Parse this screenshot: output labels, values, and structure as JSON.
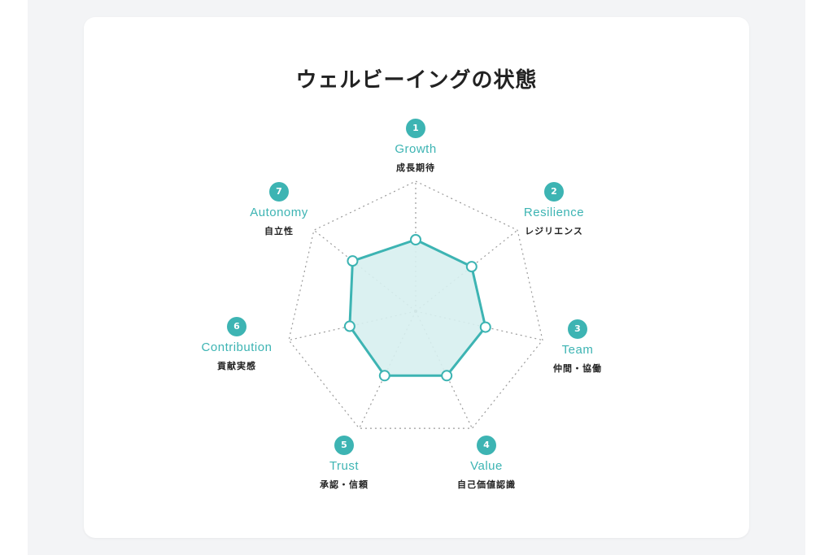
{
  "title": "ウェルビーイングの状態",
  "colors": {
    "accent": "#3db4b3",
    "fill": "#d7eff0",
    "grid": "#9a9a9a"
  },
  "chart_data": {
    "type": "radar",
    "ylim": [
      0,
      1
    ],
    "grid": "dotted spokes and outer heptagon",
    "axes": [
      {
        "num": "1",
        "en": "Growth",
        "jp": "成長期待",
        "value": 0.55
      },
      {
        "num": "2",
        "en": "Resilience",
        "jp": "レジリエンス",
        "value": 0.55
      },
      {
        "num": "3",
        "en": "Team",
        "jp": "仲間・協働",
        "value": 0.55
      },
      {
        "num": "4",
        "en": "Value",
        "jp": "自己価値認識",
        "value": 0.55
      },
      {
        "num": "5",
        "en": "Trust",
        "jp": "承認・信頼",
        "value": 0.55
      },
      {
        "num": "6",
        "en": "Contribution",
        "jp": "貢献実感",
        "value": 0.52
      },
      {
        "num": "7",
        "en": "Autonomy",
        "jp": "自立性",
        "value": 0.62
      }
    ]
  }
}
